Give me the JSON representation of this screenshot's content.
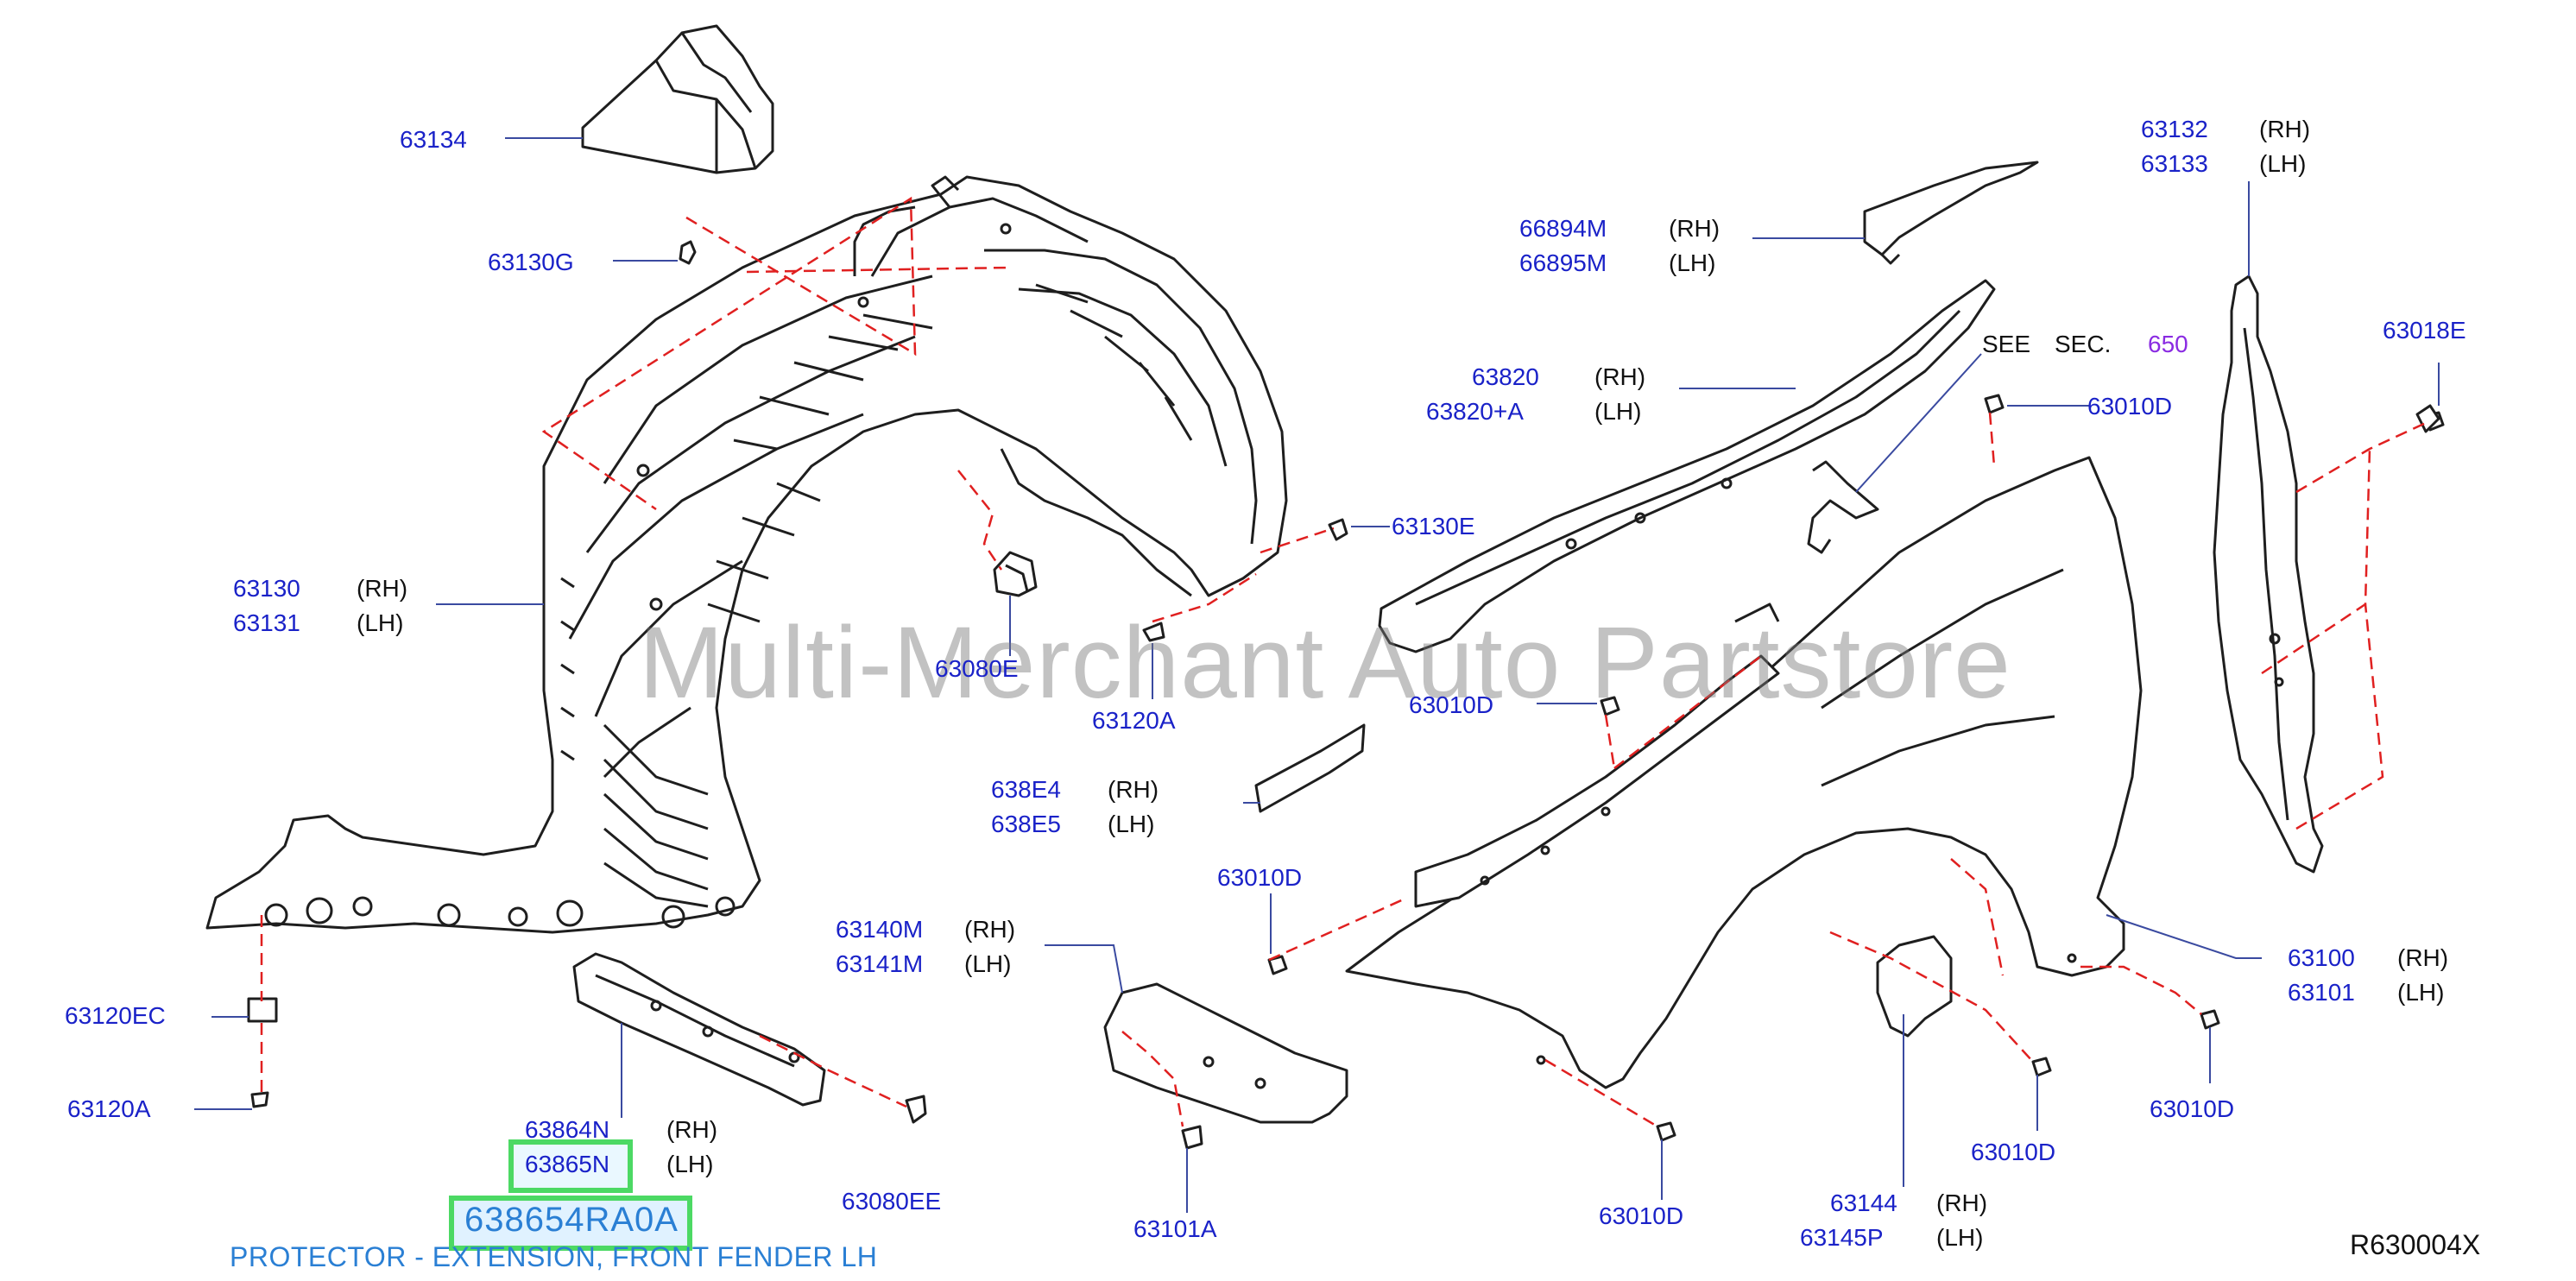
{
  "watermark": "Multi-Merchant Auto Partstore",
  "diagram_ref": "R630004X",
  "highlight": {
    "part_number": "638654RA0A",
    "description": "PROTECTOR - EXTENSION, FRONT FENDER LH"
  },
  "see_sec": {
    "see": "SEE",
    "sec": "SEC.",
    "number": "650"
  },
  "labels": {
    "p63134": "63134",
    "p63130G": "63130G",
    "p63130": "63130",
    "s63130": "(RH)",
    "p63131": "63131",
    "s63131": "(LH)",
    "p63120EC": "63120EC",
    "p63120A_l": "63120A",
    "p63864N": "63864N",
    "s63864N": "(RH)",
    "p63865N": "63865N",
    "s63865N": "(LH)",
    "p63080EE": "63080EE",
    "p63080E": "63080E",
    "p63120A_c": "63120A",
    "p63130E": "63130E",
    "p66894M": "66894M",
    "s66894M": "(RH)",
    "p66895M": "66895M",
    "s66895M": "(LH)",
    "p63820": "63820",
    "s63820": "(RH)",
    "p63820A": "63820+A",
    "s63820A": "(LH)",
    "p63010D_a": "63010D",
    "p63010D_b": "63010D",
    "p638E4": "638E4",
    "s638E4": "(RH)",
    "p638E5": "638E5",
    "s638E5": "(LH)",
    "p63010D_c": "63010D",
    "p63140M": "63140M",
    "s63140M": "(RH)",
    "p63141M": "63141M",
    "s63141M": "(LH)",
    "p63101A": "63101A",
    "p63010D_d": "63010D",
    "p63144": "63144",
    "s63144": "(RH)",
    "p63145P": "63145P",
    "s63145P": "(LH)",
    "p63010D_e": "63010D",
    "p63010D_f": "63010D",
    "p63100": "63100",
    "s63100": "(RH)",
    "p63101": "63101",
    "s63101": "(LH)",
    "p63132": "63132",
    "s63132": "(RH)",
    "p63133": "63133",
    "s63133": "(LH)",
    "p63018E": "63018E"
  },
  "colors": {
    "part_number": "#1a22c8",
    "highlight_border": "#4cd964",
    "highlight_text": "#2a7fd4",
    "leader_line": "#3a4aa0",
    "dashed_line": "#e02020",
    "section_number": "#8a2be2"
  }
}
